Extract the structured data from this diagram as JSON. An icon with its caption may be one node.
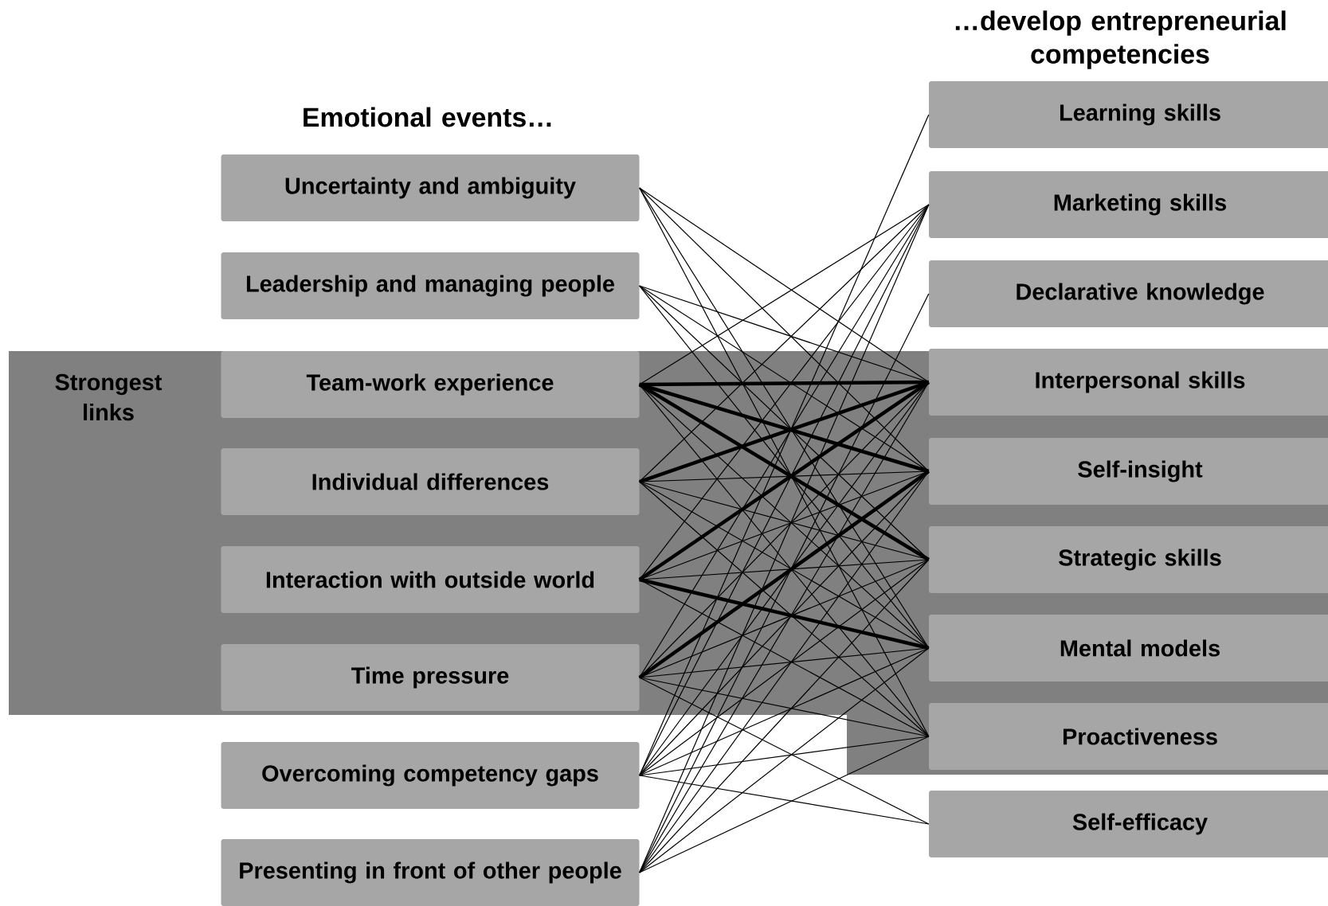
{
  "diagram": {
    "nodes": [
      {
        "text": [
          "Strongest links"
        ]
      },
      {
        "text": [
          "Uncertainty and ambiguity"
        ]
      },
      {
        "text": [
          "Leadership and managing people"
        ]
      },
      {
        "text": [
          "Team-work experience"
        ],
        "in": 0
      },
      {
        "text": [
          "Individual differences"
        ],
        "in": 0
      },
      {
        "text": [
          "Interaction with outside world"
        ],
        "in": 0
      },
      {
        "text": [
          "Time pressure"
        ],
        "in": 0
      },
      {
        "text": [
          "Overcoming competency gaps"
        ]
      },
      {
        "text": [
          "Presenting in front of other people"
        ]
      },
      {
        "text": [
          "Learning skills"
        ]
      },
      {
        "text": [
          "Marketing skills"
        ]
      },
      {
        "text": [
          "Declarative knowledge"
        ]
      },
      {
        "text": [
          "Interpersonal skills"
        ],
        "in": 0
      },
      {
        "text": [
          "Self-insight"
        ],
        "in": 0
      },
      {
        "text": [
          "Strategic skills"
        ],
        "in": 0
      },
      {
        "text": [
          "Mental models"
        ],
        "in": 0
      },
      {
        "text": [
          "Proactiveness"
        ],
        "in": 0
      },
      {
        "text": [
          "Self-efficacy"
        ]
      }
    ],
    "edges": [
      {
        "from": 1,
        "to": 12,
        "arrow": "none"
      },
      {
        "from": 1,
        "to": 13,
        "arrow": "none"
      },
      {
        "from": 1,
        "to": 15,
        "arrow": "none"
      },
      {
        "from": 1,
        "to": 16,
        "arrow": "none"
      },
      {
        "from": 2,
        "to": 12,
        "arrow": "none"
      },
      {
        "from": 2,
        "to": 13,
        "arrow": "none"
      },
      {
        "from": 2,
        "to": 14,
        "arrow": "none"
      },
      {
        "from": 2,
        "to": 15,
        "arrow": "none"
      },
      {
        "from": 3,
        "to": 10,
        "arrow": "none"
      },
      {
        "from": 3,
        "to": 12,
        "arrow": "none",
        "style": "thick"
      },
      {
        "from": 3,
        "to": 13,
        "arrow": "none",
        "style": "thick"
      },
      {
        "from": 3,
        "to": 14,
        "arrow": "none",
        "style": "thick"
      },
      {
        "from": 3,
        "to": 15,
        "arrow": "none"
      },
      {
        "from": 3,
        "to": 16,
        "arrow": "none"
      },
      {
        "from": 4,
        "to": 10,
        "arrow": "none"
      },
      {
        "from": 4,
        "to": 12,
        "arrow": "none",
        "style": "thick"
      },
      {
        "from": 4,
        "to": 13,
        "arrow": "none"
      },
      {
        "from": 4,
        "to": 14,
        "arrow": "none"
      },
      {
        "from": 4,
        "to": 15,
        "arrow": "none"
      },
      {
        "from": 4,
        "to": 16,
        "arrow": "none"
      },
      {
        "from": 5,
        "to": 10,
        "arrow": "none"
      },
      {
        "from": 5,
        "to": 12,
        "arrow": "none",
        "style": "thick"
      },
      {
        "from": 5,
        "to": 13,
        "arrow": "none"
      },
      {
        "from": 5,
        "to": 14,
        "arrow": "none"
      },
      {
        "from": 5,
        "to": 15,
        "arrow": "none",
        "style": "thick"
      },
      {
        "from": 5,
        "to": 16,
        "arrow": "none"
      },
      {
        "from": 6,
        "to": 10,
        "arrow": "none"
      },
      {
        "from": 6,
        "to": 12,
        "arrow": "none"
      },
      {
        "from": 6,
        "to": 13,
        "arrow": "none",
        "style": "thick"
      },
      {
        "from": 6,
        "to": 14,
        "arrow": "none"
      },
      {
        "from": 6,
        "to": 15,
        "arrow": "none"
      },
      {
        "from": 6,
        "to": 16,
        "arrow": "none"
      },
      {
        "from": 6,
        "to": 17,
        "arrow": "none"
      },
      {
        "from": 7,
        "to": 9,
        "arrow": "none"
      },
      {
        "from": 7,
        "to": 10,
        "arrow": "none"
      },
      {
        "from": 7,
        "to": 12,
        "arrow": "none"
      },
      {
        "from": 7,
        "to": 13,
        "arrow": "none"
      },
      {
        "from": 7,
        "to": 14,
        "arrow": "none"
      },
      {
        "from": 7,
        "to": 15,
        "arrow": "none"
      },
      {
        "from": 7,
        "to": 16,
        "arrow": "none"
      },
      {
        "from": 7,
        "to": 17,
        "arrow": "none"
      },
      {
        "from": 8,
        "to": 10,
        "arrow": "none"
      },
      {
        "from": 8,
        "to": 11,
        "arrow": "none"
      },
      {
        "from": 8,
        "to": 12,
        "arrow": "none"
      },
      {
        "from": 8,
        "to": 13,
        "arrow": "none"
      },
      {
        "from": 8,
        "to": 14,
        "arrow": "none"
      },
      {
        "from": 8,
        "to": 15,
        "arrow": "none"
      },
      {
        "from": 8,
        "to": 16,
        "arrow": "none"
      }
    ],
    "labels": [
      "…develop entrepreneurial competencies",
      "Emotional events…"
    ]
  }
}
